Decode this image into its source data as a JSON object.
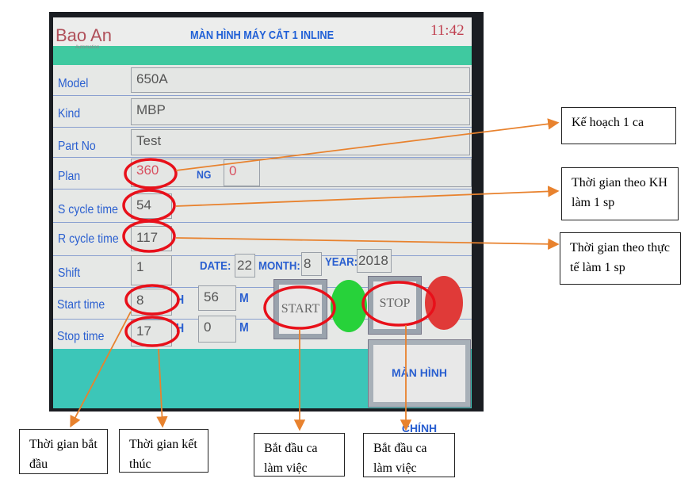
{
  "hmi": {
    "logo": "Bao An",
    "logo_sub": "Automation",
    "title": "MÀN HÌNH MÁY CẮT 1 INLINE",
    "clock": "11:42",
    "labels": {
      "model": "Model",
      "kind": "Kind",
      "part_no": "Part No",
      "plan": "Plan",
      "ng": "NG",
      "s_cycle": "S cycle time",
      "r_cycle": "R cycle time",
      "shift": "Shift",
      "start_time": "Start time",
      "stop_time": "Stop time",
      "date": "DATE:",
      "month": "MONTH:",
      "year": "YEAR:",
      "h": "H",
      "m": "M"
    },
    "values": {
      "model": "650A",
      "kind": "MBP",
      "part_no": "Test",
      "plan": "360",
      "ng": "0",
      "s_cycle": "54",
      "r_cycle": "117",
      "shift": "1",
      "date": "22",
      "month": "8",
      "year": "2018",
      "start_h": "8",
      "start_m": "56",
      "stop_h": "17",
      "stop_m": "0"
    },
    "buttons": {
      "start": "START",
      "stop": "STOP",
      "main_screen": "MÀN HÌNH CHÍNH"
    },
    "colors": {
      "lamp_run": "#27d23a",
      "lamp_stop": "#e03a38",
      "accent": "#2a5fd0",
      "highlight": "#e8101a",
      "arrow": "#e8822e"
    }
  },
  "callouts": {
    "plan": "Kế hoạch 1 ca",
    "s_cycle": "Thời gian theo KH làm 1 sp",
    "r_cycle": "Thời gian theo thực tế làm 1 sp",
    "start_time": "Thời gian bắt đầu",
    "stop_time": "Thời gian kết thúc",
    "start_btn": "Bắt đầu ca làm việc",
    "stop_btn": "Bắt đầu ca làm việc"
  }
}
